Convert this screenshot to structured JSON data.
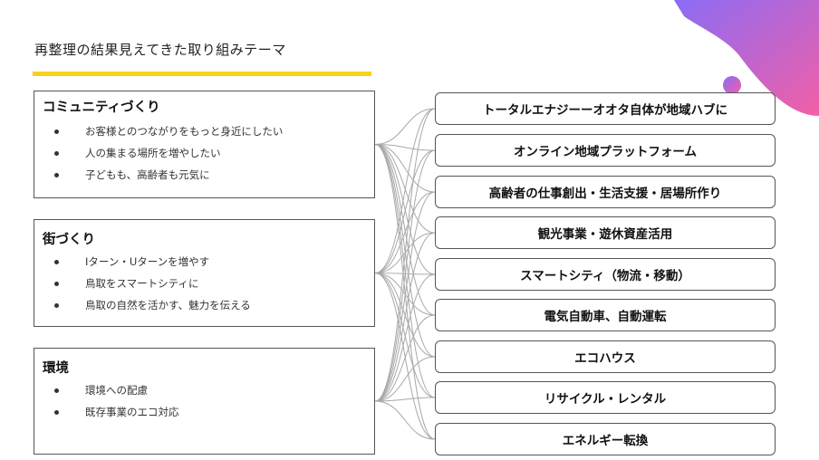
{
  "page": {
    "title": "再整理の結果見えてきた取り組みテーマ",
    "accent_color": "#f7d21c",
    "decoration_colors": [
      "#8b6cf6",
      "#f25fa6"
    ]
  },
  "themes": [
    {
      "title": "コミュニティづくり",
      "items": [
        "お客様とのつながりをもっと身近にしたい",
        "人の集まる場所を増やしたい",
        "子どもも、高齢者も元気に"
      ]
    },
    {
      "title": "街づくり",
      "items": [
        "Iターン・Uターンを増やす",
        "鳥取をスマートシティに",
        "鳥取の自然を活かす、魅力を伝える"
      ]
    },
    {
      "title": "環境",
      "items": [
        "環境への配慮",
        "既存事業のエコ対応"
      ]
    }
  ],
  "initiatives": [
    "トータルエナジーーオオタ自体が地域ハブに",
    "オンライン地域プラットフォーム",
    "高齢者の仕事創出・生活支援・居場所作り",
    "観光事業・遊休資産活用",
    "スマートシティ（物流・移動）",
    "電気自動車、自動運転",
    "エコハウス",
    "リサイクル・レンタル",
    "エネルギー転換"
  ]
}
